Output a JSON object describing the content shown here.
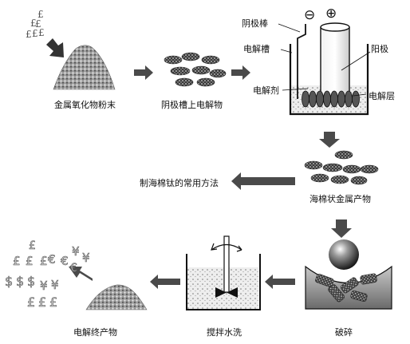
{
  "labels": {
    "powder": "金属氧化物粉末",
    "cathode_electrolyte": "阴极槽上电解物",
    "cathode_rod": "阴极棒",
    "cell": "电解槽",
    "anode": "阳极",
    "electrolyte": "电解剂",
    "electrolytic_layer": "电解层",
    "sponge_metal": "海棉状金属产物",
    "common_method": "制海棉钛的常用方法",
    "crushing": "破碎",
    "stir_wash": "搅拌水洗",
    "final_product": "电解终产物"
  },
  "symbols": {
    "minus": "⊖",
    "plus": "⊕",
    "money_icon": "currency-symbols-icon"
  },
  "money": [
    "£",
    "£",
    "£",
    "£",
    "£",
    "£",
    "$",
    "$",
    "$",
    "¥",
    "¥",
    "¥",
    "€",
    "€",
    "€",
    "£",
    "£",
    "£"
  ],
  "colors": {
    "ink": "#111111",
    "arrow": "#4a4a4a",
    "gray": "#8a8a8a",
    "light": "#cfcfcf"
  }
}
